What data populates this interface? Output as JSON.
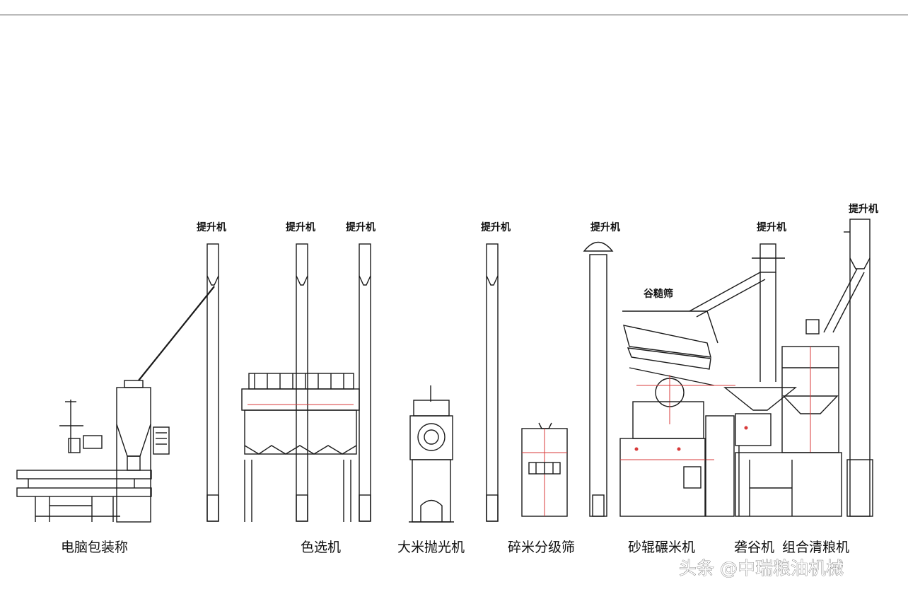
{
  "diagram": {
    "elevator_label": "提升机",
    "machines": {
      "packing_scale": "电脑包装称",
      "color_sorter": "色选机",
      "rice_polisher": "大米抛光机",
      "broken_rice_grader": "碎米分级筛",
      "emery_roller_mill": "砂辊碾米机",
      "husker": "砻谷机",
      "combined_cleaner": "组合清粮机"
    },
    "paddy_separator": "谷糙筛",
    "watermark": "头条 @中瑞粮油机械"
  }
}
